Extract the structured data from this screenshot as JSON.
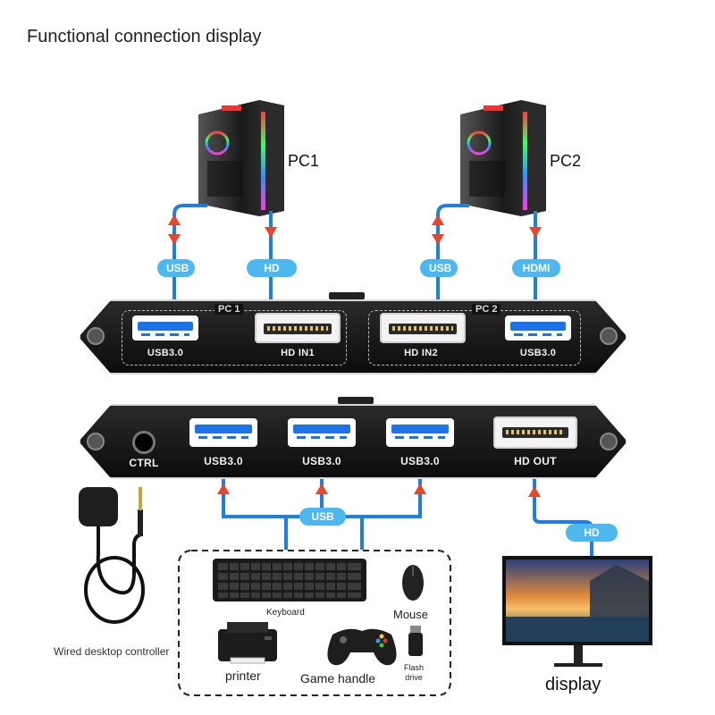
{
  "title": "Functional connection display",
  "pcs": [
    {
      "label": "PC1"
    },
    {
      "label": "PC2"
    }
  ],
  "tags": {
    "pc1_usb": "USB",
    "pc1_hd": "HD",
    "pc2_usb": "USB",
    "pc2_hdmi": "HDMI",
    "peripherals_usb": "USB",
    "display_hd": "HD"
  },
  "top_panel": {
    "group_pc1": "PC 1",
    "group_pc2": "PC 2",
    "ports": [
      "USB3.0",
      "HD IN1",
      "HD IN2",
      "USB3.0"
    ]
  },
  "bottom_panel": {
    "ports": [
      "CTRL",
      "USB3.0",
      "USB3.0",
      "USB3.0",
      "HD OUT"
    ]
  },
  "peripherals": {
    "keyboard": "Keyboard",
    "mouse": "Mouse",
    "printer": "printer",
    "game_handle": "Game handle",
    "flash_drive": "Flash drive"
  },
  "controller_label": "Wired desktop controller",
  "display_label": "display",
  "colors": {
    "cable": "#1f7fe0",
    "arrow": "#e8452b",
    "tag": "#4db8f0"
  }
}
